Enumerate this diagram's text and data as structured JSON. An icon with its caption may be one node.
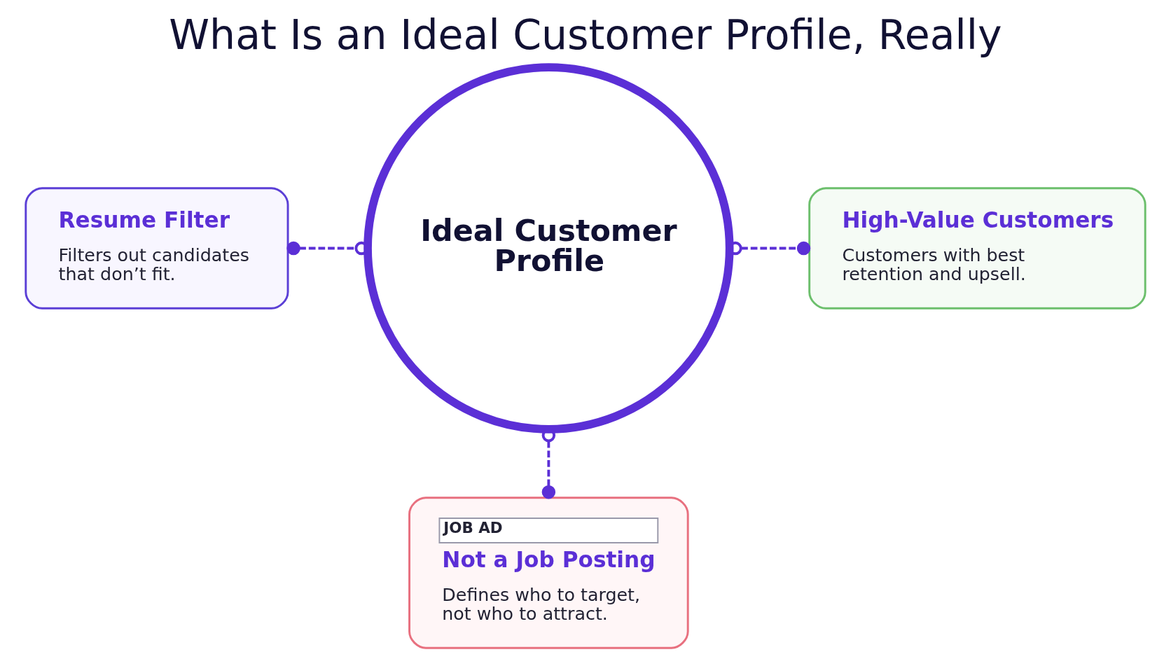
{
  "diagram": {
    "title": "What Is an Ideal Customer Profile, Really",
    "nodes": [
      {
        "text": [
          "Ideal Customer Profile"
        ]
      },
      {
        "text": [
          "Resume Filter",
          "Filters out candidates that don’t fit."
        ]
      },
      {
        "text": [
          "High-Value Customers",
          "Customers with best retention and upsell."
        ]
      },
      {
        "text": [
          "JOB AD",
          "Not a Job Posting",
          "Defines who to target, not who to attract."
        ]
      }
    ],
    "edges": [
      {
        "from": 0,
        "to": 1,
        "arrow": "other",
        "style": "dashed"
      },
      {
        "from": 0,
        "to": 2,
        "arrow": "other",
        "style": "dashed"
      },
      {
        "from": 0,
        "to": 3,
        "arrow": "other",
        "style": "dashed"
      }
    ]
  }
}
